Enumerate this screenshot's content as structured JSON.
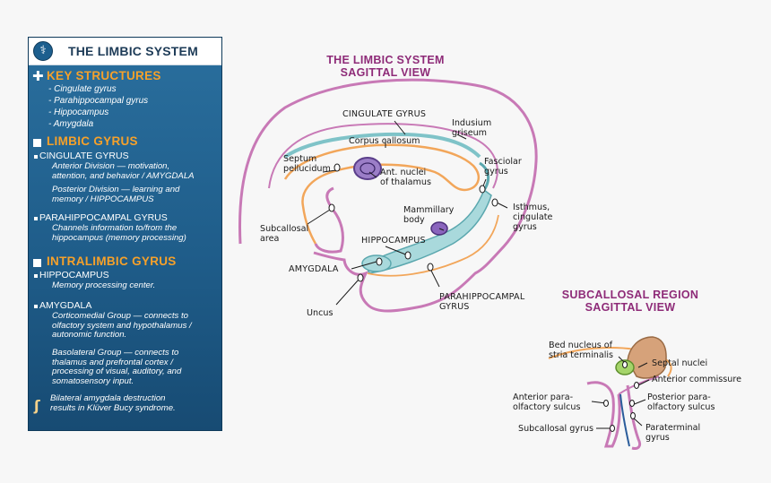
{
  "panel": {
    "title": "THE LIMBIC SYSTEM",
    "icon": "caduceus-icon",
    "key_structures": {
      "heading": "KEY  STRUCTURES",
      "items": [
        "- Cingulate gyrus",
        "- Parahippocampal gyrus",
        "- Hippocampus",
        "- Amygdala"
      ]
    },
    "limbic_gyrus": {
      "heading": "LIMBIC GYRUS",
      "cingulate": {
        "label": "CINGULATE GYRUS",
        "anterior": "Anterior Division — motivation,\nattention, and behavior / AMYGDALA",
        "posterior": "Posterior Division — learning and\nmemory / HIPPOCAMPUS"
      },
      "parahippocampal": {
        "label": "PARAHIPPOCAMPAL GYRUS",
        "note": "Channels information to/from the\nhippocampus (memory processing)"
      }
    },
    "intralimbic_gyrus": {
      "heading": "INTRALIMBIC GYRUS",
      "hippocampus": {
        "label": "HIPPOCAMPUS",
        "note": "Memory processing center."
      },
      "amygdala": {
        "label": "AMYGDALA",
        "corticomedial": "Corticomedial Group — connects to\nolfactory system and hypothalamus /\nautonomic function.",
        "basolateral": "Basolateral Group — connects to\nthalamus and prefrontal cortex /\nprocessing of visual, auditory, and\nsomatosensory input."
      }
    },
    "footnote": "Bilateral amygdala destruction\nresults in Klüver Bucy syndrome."
  },
  "sagittal": {
    "title": "THE LIMBIC SYSTEM",
    "subtitle": "SAGITTAL VIEW",
    "labels": {
      "cingulate_gyrus": "CINGULATE GYRUS",
      "indusium_griseum": "Indusium\ngriseum",
      "corpus_callosum": "Corpus callosum",
      "septum_pellucidum": "Septum\npellucidum",
      "ant_nuclei": "Ant. nuclei\nof thalamus",
      "fasciolar_gyrus": "Fasciolar\ngyrus",
      "isthmus": "Isthmus,\ncingulate\ngyrus",
      "mammillary_body": "Mammillary\nbody",
      "subcallosal_area": "Subcallosal\narea",
      "hippocampus": "HIPPOCAMPUS",
      "amygdala": "AMYGDALA",
      "uncus": "Uncus",
      "parahippocampal_gyrus": "PARAHIPPOCAMPAL\nGYRUS"
    }
  },
  "subcallosal": {
    "title": "SUBCALLOSAL REGION",
    "subtitle": "SAGITTAL VIEW",
    "labels": {
      "bed_nucleus": "Bed nucleus of\nstria terminalis",
      "septal_nuclei": "Septal nuclei",
      "anterior_commissure": "Anterior commissure",
      "anterior_parolfactory": "Anterior para-\nolfactory sulcus",
      "posterior_parolfactory": "Posterior para-\nolfactory sulcus",
      "subcallosal_gyrus": "Subcallosal gyrus",
      "paraterminal_gyrus": "Paraterminal\ngyrus"
    }
  },
  "colors": {
    "panel_blue": "#1f5d8a",
    "heading_orange": "#f6a12a",
    "outline_magenta": "#c879b6",
    "title_purple": "#8e2b78",
    "callosum_orange": "#f2a65a",
    "hippocampus_teal": "#7fc3c8",
    "nucleus_purple": "#7d4ea8",
    "septal_brown": "#d6a27a",
    "commissure_green": "#8bc34a"
  }
}
